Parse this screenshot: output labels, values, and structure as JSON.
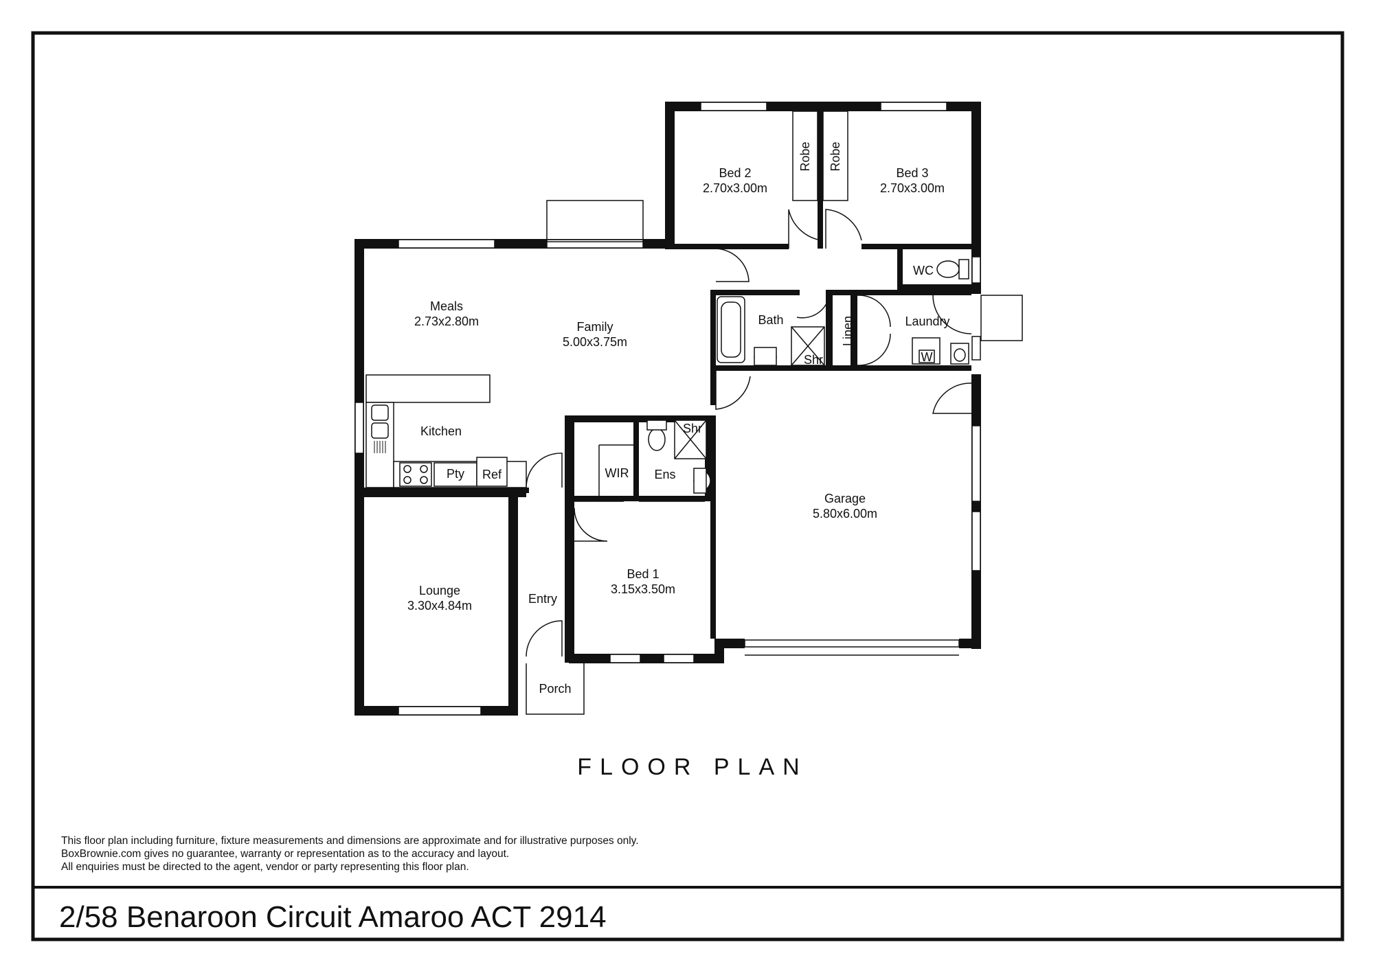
{
  "plan": {
    "title": "FLOOR PLAN",
    "rooms": {
      "bed2": {
        "name": "Bed 2",
        "dims": "2.70x3.00m"
      },
      "bed3": {
        "name": "Bed 3",
        "dims": "2.70x3.00m"
      },
      "meals": {
        "name": "Meals",
        "dims": "2.73x2.80m"
      },
      "family": {
        "name": "Family",
        "dims": "5.00x3.75m"
      },
      "kitchen": {
        "name": "Kitchen"
      },
      "lounge": {
        "name": "Lounge",
        "dims": "3.30x4.84m"
      },
      "entry": {
        "name": "Entry"
      },
      "porch": {
        "name": "Porch"
      },
      "bed1": {
        "name": "Bed 1",
        "dims": "3.15x3.50m"
      },
      "garage": {
        "name": "Garage",
        "dims": "5.80x6.00m"
      },
      "bath": {
        "name": "Bath"
      },
      "laundry": {
        "name": "Laundry"
      },
      "wc": {
        "name": "WC"
      },
      "wir": {
        "name": "WIR"
      },
      "ens": {
        "name": "Ens"
      }
    },
    "fixtures": {
      "robe_bed2": "Robe",
      "robe_bed3": "Robe",
      "linen": "Linen",
      "shower_bath": "Shr",
      "shower_ens": "Shr",
      "pantry": "Pty",
      "fridge": "Ref",
      "washer": "W"
    }
  },
  "disclaimer": {
    "line1": "This floor plan including furniture, fixture measurements and dimensions are approximate and for illustrative purposes only.",
    "line2": "BoxBrownie.com gives no guarantee, warranty or representation as to the accuracy and layout.",
    "line3": "All enquiries must be directed to the agent, vendor or party representing this floor plan."
  },
  "address": "2/58 Benaroon Circuit Amaroo ACT 2914"
}
